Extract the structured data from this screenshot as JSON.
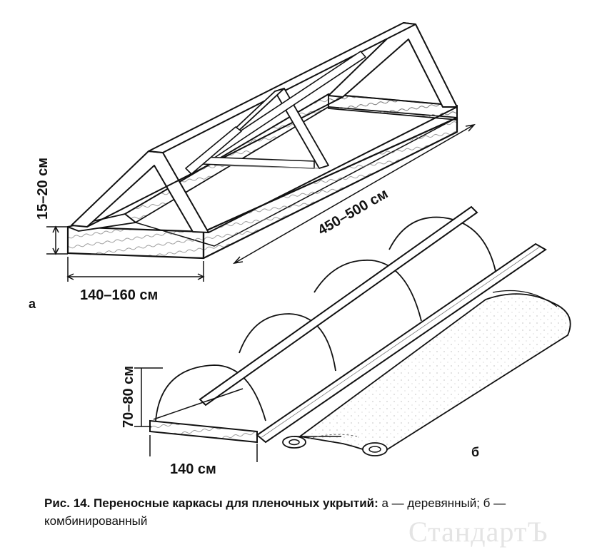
{
  "labels": {
    "height_a": "15–20 см",
    "length_a": "450–500 см",
    "width_a": "140–160 см",
    "panel_a": "а",
    "height_b": "70–80 см",
    "width_b": "140 см",
    "panel_b": "б"
  },
  "caption": {
    "lead": "Рис. 14. Переносные каркасы для пленочных укрытий:",
    "rest": " а — деревянный; б — комбинированный"
  },
  "watermark": "СтандартЪ"
}
